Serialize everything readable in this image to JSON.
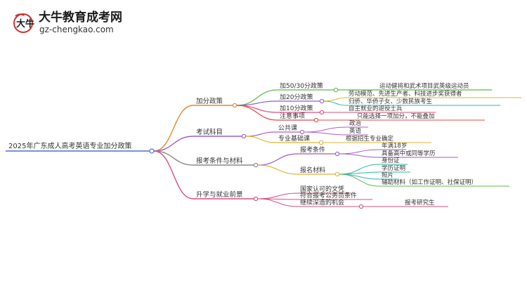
{
  "logo": {
    "title": "大牛教育成考网",
    "url": "gz-chengkao.com",
    "emblem_text": "大牛"
  },
  "colors": {
    "root": "#4a6fd6",
    "branch1": "#e8862a",
    "branch2": "#9b59d0",
    "branch3": "#b85ac0",
    "branch4": "#d94f7a",
    "green": "#5cb84a",
    "yellow": "#d8b72e",
    "teal": "#2bb8a8",
    "gray": "#8a8a8a",
    "red": "#e04848"
  },
  "mindmap": {
    "root": "2025年广东成人高考英语专业加分政策",
    "branches": [
      {
        "label": "加分政策",
        "children": [
          {
            "label": "加50/30分政策",
            "children": [
              "运动健将和武术项目武英级运动员"
            ]
          },
          {
            "label": "加20分政策",
            "children": [
              "劳动模范、先进生产者、科技进步奖获得者",
              "归侨、华侨子女、少数民族考生"
            ]
          },
          {
            "label": "加10分政策",
            "children": [
              "自主就业的退役士兵"
            ]
          },
          {
            "label": "注意事项",
            "children": [
              "只能选择一项加分，不能叠加"
            ]
          }
        ]
      },
      {
        "label": "考试科目",
        "children": [
          {
            "label": "公共课",
            "children": [
              "政治",
              "英语"
            ]
          },
          {
            "label": "专业基础课",
            "children": [
              "根据招生专业确定"
            ]
          }
        ]
      },
      {
        "label": "报考条件与材料",
        "children": [
          {
            "label": "报考条件",
            "children": [
              "年满18岁",
              "具备高中或同等学历"
            ]
          },
          {
            "label": "报名材料",
            "children": [
              "身份证",
              "学历证明",
              "照片",
              "辅助材料（如工作证明、社保证明）"
            ]
          }
        ]
      },
      {
        "label": "升学与就业前景",
        "children": [
          {
            "label": "国家认可的文凭",
            "children": []
          },
          {
            "label": "符合报考公务员条件",
            "children": []
          },
          {
            "label": "继续深造的机会",
            "children": [
              "报考研究生"
            ]
          }
        ]
      }
    ]
  }
}
